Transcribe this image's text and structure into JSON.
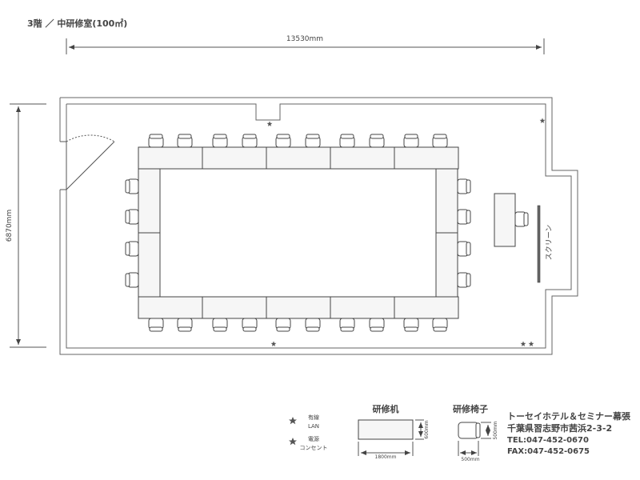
{
  "header": {
    "title": "3階 ／ 中研修室(100㎡)"
  },
  "dimensions": {
    "width_label": "13530mm",
    "height_label": "6870mm"
  },
  "screen": {
    "label": "スクリーン"
  },
  "legend": {
    "lan_label_1": "有線",
    "lan_label_2": "LAN",
    "outlet_label_1": "電源",
    "outlet_label_2": "コンセント"
  },
  "furniture": {
    "desk_title": "研修机",
    "desk_width": "1800mm",
    "desk_depth": "600mm",
    "chair_title": "研修椅子",
    "chair_width": "500mm",
    "chair_depth": "500mm"
  },
  "hotel": {
    "name": "トーセイホテル＆セミナー幕張",
    "address": "千葉県習志野市茜浜2-3-2",
    "tel": "TEL:047-452-0670",
    "fax": "FAX:047-452-0675"
  },
  "icons": {
    "lan": "star-icon",
    "outlet": "star-icon"
  }
}
